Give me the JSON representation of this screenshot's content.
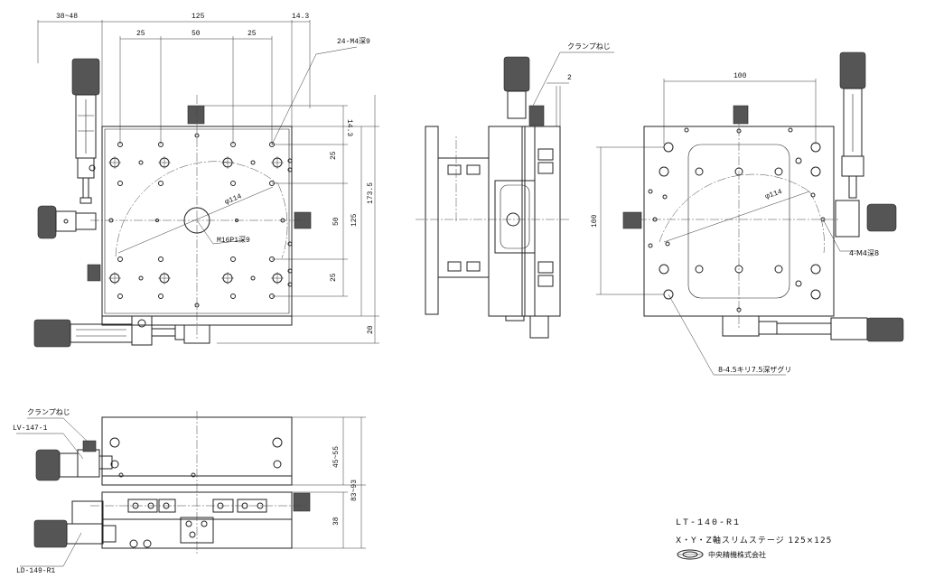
{
  "top_view": {
    "dims": {
      "left_offset": "38~48",
      "width": "125",
      "right_offset": "14.3",
      "pitch_25a": "25",
      "pitch_50": "50",
      "pitch_25b": "25",
      "right_14_3": "14.3",
      "right_25a": "25",
      "right_50": "50",
      "right_25b": "25",
      "right_125": "125",
      "right_173_5": "173.5",
      "right_20": "20"
    },
    "labels": {
      "tapped_holes": "24-M4深9",
      "pcd": "φ114",
      "center_hole": "M16P1深9"
    }
  },
  "side_view": {
    "labels": {
      "clamp": "クランプねじ",
      "gap": "2"
    }
  },
  "bottom_view": {
    "dims": {
      "width": "100",
      "height": "100"
    },
    "labels": {
      "pcd": "φ114",
      "tapped_holes": "4-M4深8",
      "counterbore": "8-4.5キリ7.5深ザグリ"
    }
  },
  "front_view": {
    "labels": {
      "clamp": "クランプねじ",
      "lv": "LV-147-1",
      "ld": "LD-149-R1"
    },
    "dims": {
      "upper": "45~55",
      "overall": "83~93",
      "lower": "38"
    }
  },
  "title_block": {
    "model": "LT-140-R1",
    "description": "X・Y・Z軸スリムステージ 125×125",
    "company": "中央精機株式会社"
  }
}
